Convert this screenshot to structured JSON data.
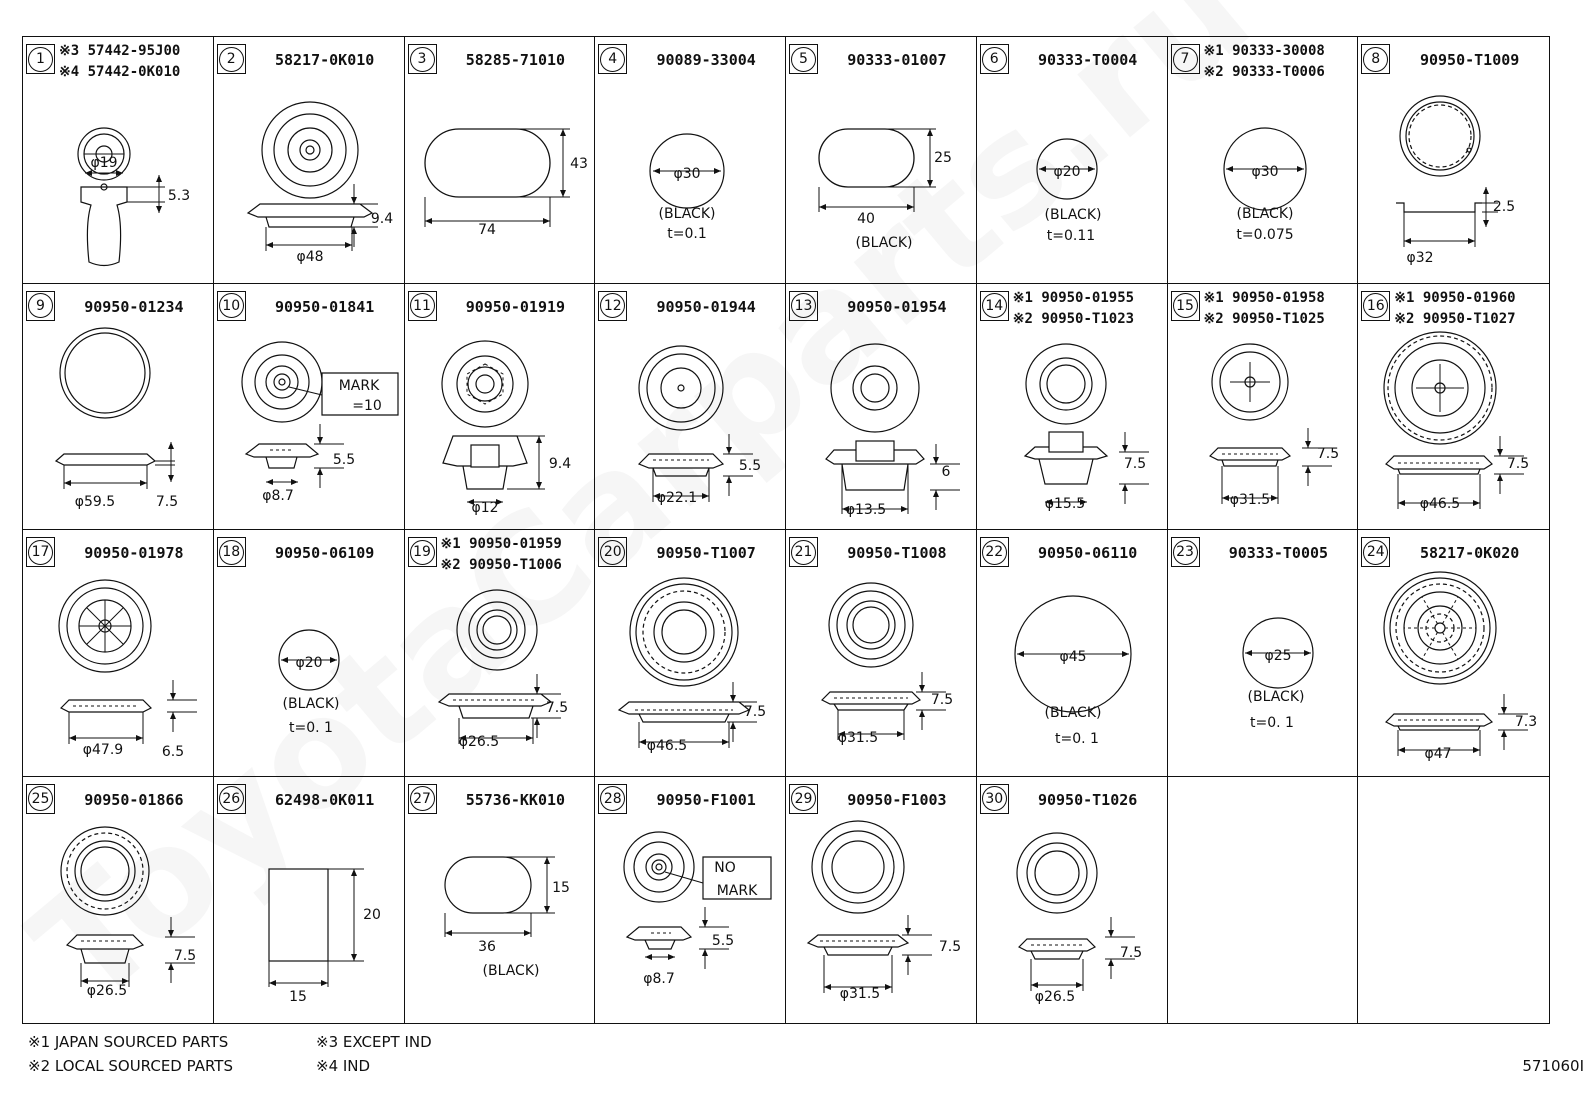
{
  "cells": [
    {
      "num": "1",
      "parts": [
        "※3 57442-95J00",
        "※4 57442-0K010"
      ],
      "dims": {
        "d": "φ19",
        "h": "5.3"
      }
    },
    {
      "num": "2",
      "parts": [
        "58217-0K010"
      ],
      "dims": {
        "d": "φ48",
        "h": "9.4"
      }
    },
    {
      "num": "3",
      "parts": [
        "58285-71010"
      ],
      "dims": {
        "w": "74",
        "h": "43"
      }
    },
    {
      "num": "4",
      "parts": [
        "90089-33004"
      ],
      "dims": {
        "d": "φ30",
        "c": "(BLACK)",
        "t": "t=0.1"
      }
    },
    {
      "num": "5",
      "parts": [
        "90333-01007"
      ],
      "dims": {
        "w": "40",
        "h": "25",
        "c": "(BLACK)"
      }
    },
    {
      "num": "6",
      "parts": [
        "90333-T0004"
      ],
      "dims": {
        "d": "φ20",
        "c": "(BLACK)",
        "t": "t=0.11"
      }
    },
    {
      "num": "7",
      "parts": [
        "※1 90333-30008",
        "※2 90333-T0006"
      ],
      "dims": {
        "d": "φ30",
        "c": "(BLACK)",
        "t": "t=0.075"
      }
    },
    {
      "num": "8",
      "parts": [
        "90950-T1009"
      ],
      "dims": {
        "d": "φ32",
        "h": "2.5"
      }
    },
    {
      "num": "9",
      "parts": [
        "90950-01234"
      ],
      "dims": {
        "d": "φ59.5",
        "h": "7.5"
      }
    },
    {
      "num": "10",
      "parts": [
        "90950-01841"
      ],
      "dims": {
        "d": "φ8.7",
        "h": "5.5",
        "m1": "MARK",
        "m2": "=10"
      }
    },
    {
      "num": "11",
      "parts": [
        "90950-01919"
      ],
      "dims": {
        "d": "φ12",
        "h": "9.4"
      }
    },
    {
      "num": "12",
      "parts": [
        "90950-01944"
      ],
      "dims": {
        "d": "φ22.1",
        "h": "5.5"
      }
    },
    {
      "num": "13",
      "parts": [
        "90950-01954"
      ],
      "dims": {
        "d": "φ13.5",
        "h": "6"
      }
    },
    {
      "num": "14",
      "parts": [
        "※1 90950-01955",
        "※2 90950-T1023"
      ],
      "dims": {
        "d": "φ15.5",
        "h": "7.5"
      }
    },
    {
      "num": "15",
      "parts": [
        "※1 90950-01958",
        "※2 90950-T1025"
      ],
      "dims": {
        "d": "φ31.5",
        "h": "7.5"
      }
    },
    {
      "num": "16",
      "parts": [
        "※1 90950-01960",
        "※2 90950-T1027"
      ],
      "dims": {
        "d": "φ46.5",
        "h": "7.5"
      }
    },
    {
      "num": "17",
      "parts": [
        "90950-01978"
      ],
      "dims": {
        "d": "φ47.9",
        "h": "6.5"
      }
    },
    {
      "num": "18",
      "parts": [
        "90950-06109"
      ],
      "dims": {
        "d": "φ20",
        "c": "(BLACK)",
        "t": "t=0. 1"
      }
    },
    {
      "num": "19",
      "parts": [
        "※1 90950-01959",
        "※2 90950-T1006"
      ],
      "dims": {
        "d": "φ26.5",
        "h": "7.5"
      }
    },
    {
      "num": "20",
      "parts": [
        "90950-T1007"
      ],
      "dims": {
        "d": "φ46.5",
        "h": "7.5"
      }
    },
    {
      "num": "21",
      "parts": [
        "90950-T1008"
      ],
      "dims": {
        "d": "φ31.5",
        "h": "7.5"
      }
    },
    {
      "num": "22",
      "parts": [
        "90950-06110"
      ],
      "dims": {
        "d": "φ45",
        "c": "(BLACK)",
        "t": "t=0. 1"
      }
    },
    {
      "num": "23",
      "parts": [
        "90333-T0005"
      ],
      "dims": {
        "d": "φ25",
        "c": "(BLACK)",
        "t": "t=0. 1"
      }
    },
    {
      "num": "24",
      "parts": [
        "58217-0K020"
      ],
      "dims": {
        "d": "φ47",
        "h": "7.3"
      }
    },
    {
      "num": "25",
      "parts": [
        "90950-01866"
      ],
      "dims": {
        "d": "φ26.5",
        "h": "7.5"
      }
    },
    {
      "num": "26",
      "parts": [
        "62498-0K011"
      ],
      "dims": {
        "w": "15",
        "h": "20"
      }
    },
    {
      "num": "27",
      "parts": [
        "55736-KK010"
      ],
      "dims": {
        "w": "36",
        "h": "15",
        "c": "(BLACK)"
      }
    },
    {
      "num": "28",
      "parts": [
        "90950-F1001"
      ],
      "dims": {
        "d": "φ8.7",
        "h": "5.5",
        "m1": "NO",
        "m2": "MARK"
      }
    },
    {
      "num": "29",
      "parts": [
        "90950-F1003"
      ],
      "dims": {
        "d": "φ31.5",
        "h": "7.5"
      }
    },
    {
      "num": "30",
      "parts": [
        "90950-T1026"
      ],
      "dims": {
        "d": "φ26.5",
        "h": "7.5"
      }
    },
    {
      "num": "",
      "parts": [],
      "dims": {}
    },
    {
      "num": "",
      "parts": [],
      "dims": {}
    }
  ],
  "notes": [
    {
      "left": "※1 JAPAN SOURCED PARTS",
      "right": "※3 EXCEPT IND"
    },
    {
      "left": "※2 LOCAL SOURCED PARTS",
      "right": "※4 IND"
    }
  ],
  "diagram_code": "571060I",
  "watermark": "ToyotaCarparts.ru"
}
